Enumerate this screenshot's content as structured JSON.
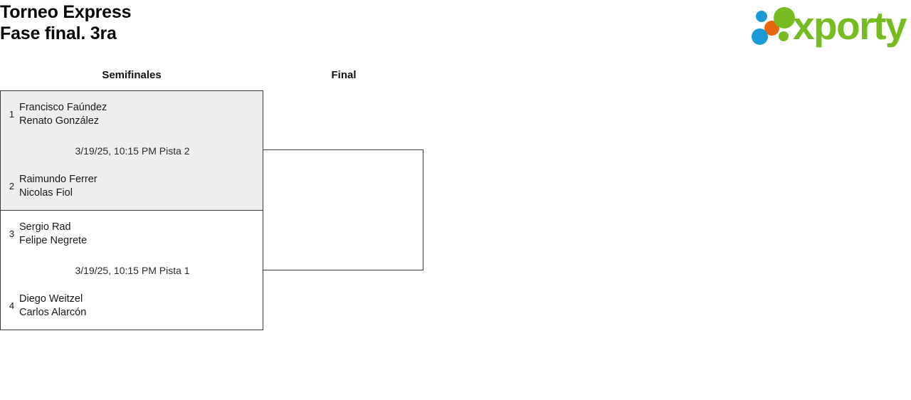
{
  "header": {
    "title_line1": "Torneo Express",
    "title_line2": "Fase final. 3ra",
    "logo": {
      "wordmark": "xporty",
      "dots": [
        {
          "name": "blue-top",
          "color": "#1C9AD6"
        },
        {
          "name": "orange",
          "color": "#E8660C"
        },
        {
          "name": "green-large",
          "color": "#76BC21"
        },
        {
          "name": "green-small",
          "color": "#76BC21"
        },
        {
          "name": "blue-large",
          "color": "#1C9AD6"
        }
      ],
      "text_color": "#76BC21"
    }
  },
  "bracket": {
    "rounds": [
      {
        "key": "semifinals",
        "label": "Semifinales"
      },
      {
        "key": "final",
        "label": "Final"
      }
    ],
    "matches": [
      {
        "id": "semifinal-1",
        "meta": "3/19/25, 10:15 PM Pista 2",
        "highlighted": true,
        "teams": [
          {
            "seed": "1",
            "players": [
              "Francisco Faúndez",
              "Renato González"
            ]
          },
          {
            "seed": "2",
            "players": [
              "Raimundo Ferrer",
              "Nicolas Fiol"
            ]
          }
        ]
      },
      {
        "id": "semifinal-2",
        "meta": "3/19/25, 10:15 PM Pista 1",
        "highlighted": false,
        "teams": [
          {
            "seed": "3",
            "players": [
              "Sergio Rad",
              "Felipe Negrete"
            ]
          },
          {
            "seed": "4",
            "players": [
              "Diego Weitzel",
              "Carlos Alarcón"
            ]
          }
        ]
      }
    ],
    "final_match": {
      "id": "final-1",
      "meta": "",
      "teams": [
        {
          "seed": "",
          "players": [
            "",
            ""
          ]
        },
        {
          "seed": "",
          "players": [
            "",
            ""
          ]
        }
      ]
    }
  }
}
